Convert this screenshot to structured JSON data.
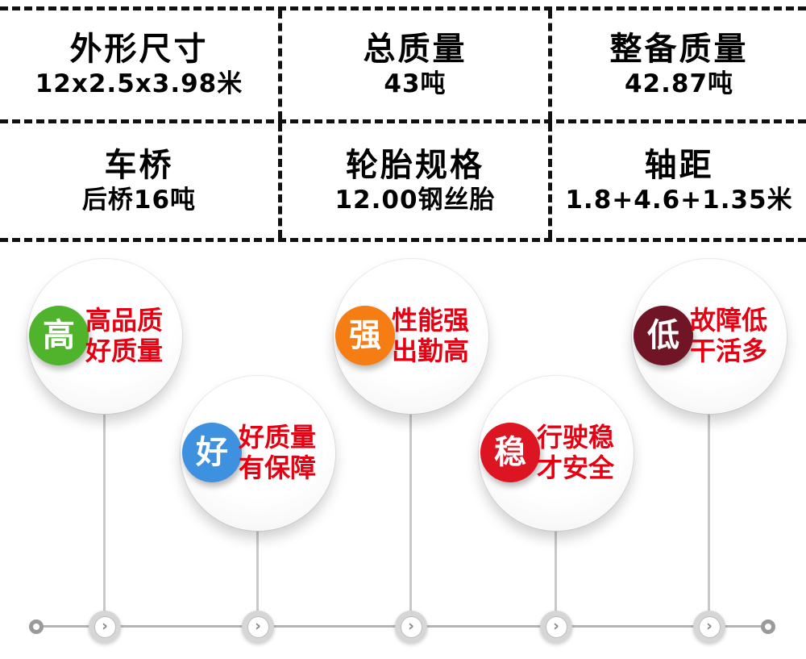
{
  "spec_table": {
    "rows": [
      [
        {
          "title": "外形尺寸",
          "value": "12x2.5x3.98米"
        },
        {
          "title": "总质量",
          "value": "43吨"
        },
        {
          "title": "整备质量",
          "value": "42.87吨"
        }
      ],
      [
        {
          "title": "车桥",
          "value": "后桥16吨"
        },
        {
          "title": "轮胎规格",
          "value": "12.00钢丝胎"
        },
        {
          "title": "轴距",
          "value": "1.8+4.6+1.35米"
        }
      ]
    ]
  },
  "features": [
    {
      "badge": "高",
      "badge_color": "#4fb32b",
      "line1": "高品质",
      "line2": "好质量"
    },
    {
      "badge": "好",
      "badge_color": "#3e91de",
      "line1": "好质量",
      "line2": "有保障"
    },
    {
      "badge": "强",
      "badge_color": "#f57d14",
      "line1": "性能强",
      "line2": "出勤高"
    },
    {
      "badge": "稳",
      "badge_color": "#dd1522",
      "line1": "行驶稳",
      "line2": "才安全"
    },
    {
      "badge": "低",
      "badge_color": "#6f1526",
      "line1": "故障低",
      "line2": "干活多"
    }
  ],
  "timeline": {
    "chevron": "›"
  },
  "colors": {
    "feature_text": "#e60012",
    "border_black": "#111111",
    "line_gray": "#b5b5b5"
  }
}
